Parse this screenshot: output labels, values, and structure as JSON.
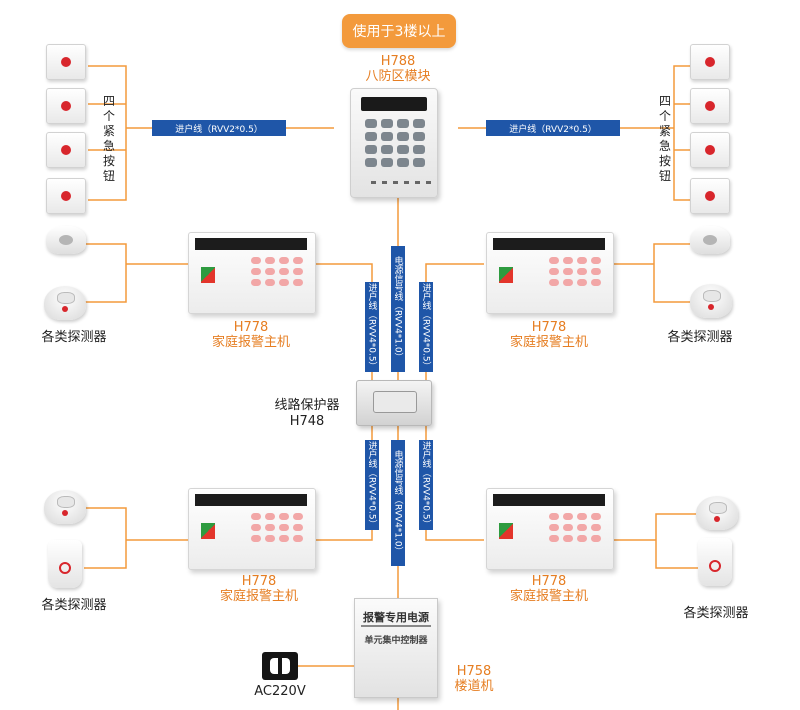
{
  "banner": "使用于3楼以上",
  "module": {
    "model": "H788",
    "name": "八防区模块"
  },
  "buttons_label": "四个紧急按钮",
  "cables": {
    "top_left": "进户线（RVV2*0.5）",
    "top_right": "进户线（RVV2*0.5）",
    "upper_left": "进户线（RVV4*0.5）",
    "upper_mid": "电源信号线（RVV4*1.0）",
    "upper_right": "进户线（RVV4*0.5）",
    "lower_left": "进户线（RVV4*0.5）",
    "lower_mid": "电源信号线（RVV4*1.0）",
    "lower_right": "进户线（RVV4*0.5）"
  },
  "hosts": [
    {
      "model": "H778",
      "name": "家庭报警主机"
    },
    {
      "model": "H778",
      "name": "家庭报警主机"
    },
    {
      "model": "H778",
      "name": "家庭报警主机"
    },
    {
      "model": "H778",
      "name": "家庭报警主机"
    }
  ],
  "detectors_label": [
    "各类探测器",
    "各类探测器",
    "各类探测器",
    "各类探测器"
  ],
  "protector": {
    "name": "线路保护器",
    "model": "H748"
  },
  "psu": {
    "title": "报警专用电源",
    "subtitle": "单元集中控制器",
    "model": "H758",
    "name": "楼道机"
  },
  "power_source": "AC220V",
  "colors": {
    "wire": "#f39a3c",
    "cable": "#1f56a8",
    "accent": "#e67e22"
  }
}
